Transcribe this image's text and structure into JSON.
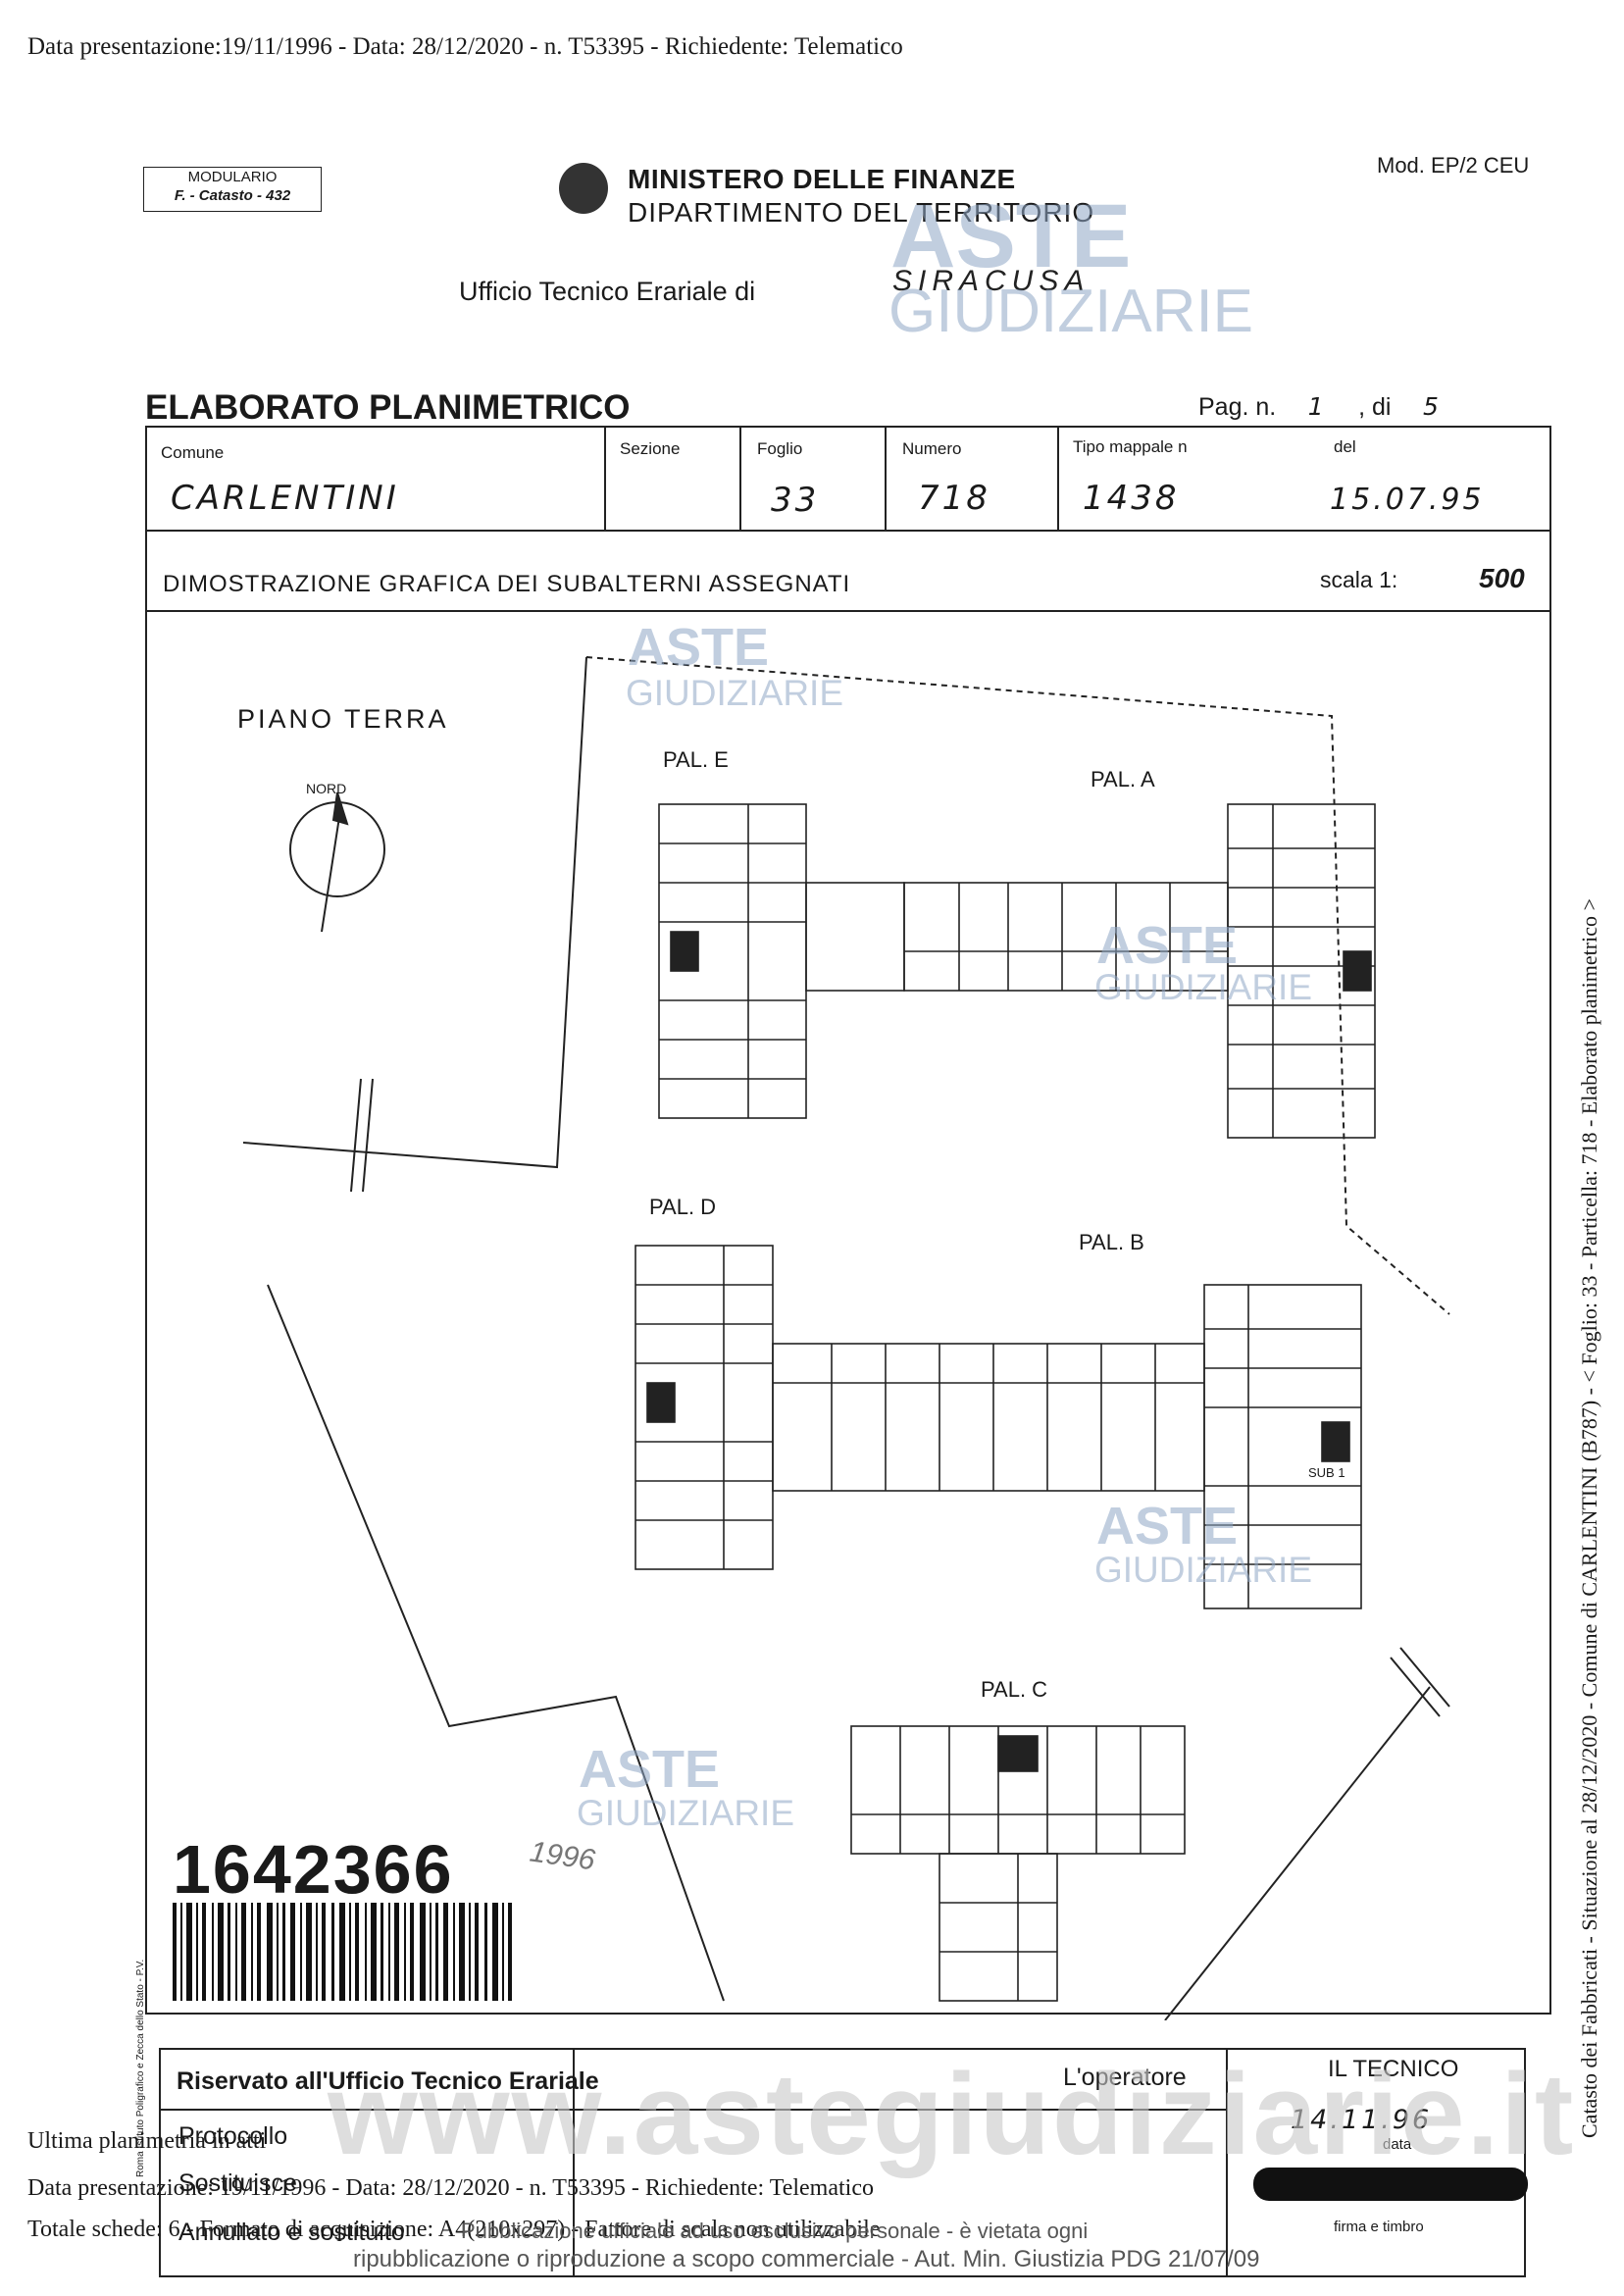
{
  "header_line": "Data presentazione:19/11/1996 - Data: 28/12/2020 - n. T53395 - Richiedente: Telematico",
  "modulario": {
    "line1": "MODULARIO",
    "line2": "F. - Catasto - 432"
  },
  "ministry": {
    "line1": "MINISTERO DELLE FINANZE",
    "line2": "DIPARTIMENTO DEL TERRITORIO"
  },
  "mod_code": "Mod. EP/2 CEU",
  "ufficio": {
    "label": "Ufficio Tecnico Erariale di",
    "city": "SIRACUSA"
  },
  "title": "ELABORATO PLANIMETRICO",
  "page": {
    "label": "Pag. n.",
    "number": "1",
    "of_label": ", di",
    "total": "5"
  },
  "table": {
    "headers": {
      "comune": "Comune",
      "sezione": "Sezione",
      "foglio": "Foglio",
      "numero": "Numero",
      "tipo": "Tipo mappale n",
      "del": "del"
    },
    "values": {
      "comune": "CARLENTINI",
      "sezione": "",
      "foglio": "33",
      "numero": "718",
      "tipo": "1438",
      "del": "15.07.95"
    }
  },
  "section_title": "DIMOSTRAZIONE GRAFICA DEI SUBALTERNI ASSEGNATI",
  "scale": {
    "label": "scala 1:",
    "value": "500"
  },
  "plan": {
    "floor_label": "PIANO TERRA",
    "north_label": "NORD",
    "buildings": {
      "e": "PAL. E",
      "a": "PAL. A",
      "d": "PAL. D",
      "b": "PAL. B",
      "c": "PAL. C"
    },
    "sub_label": "SUB 1"
  },
  "barcode_number": "1642366",
  "stamp_text": "1996",
  "footer": {
    "riservato": "Riservato all'Ufficio Tecnico Erariale",
    "operatore": "L'operatore",
    "tecnico": "IL TECNICO",
    "tecnico_date": "14.11.96",
    "data_label": "data",
    "firma_label": "firma e timbro",
    "protocollo": "Protocollo",
    "sostituisce": "Sostituisce",
    "annullato": "Annullato e sostituito"
  },
  "bottom_lines": {
    "line1": "Ultima planimetria in atti",
    "line2": "Data presentazione: 19/11/1996 - Data: 28/12/2020 - n. T53395 - Richiedente: Telematico",
    "line3": "Totale schede: 6 - Formato di acquisizione: A4(210x297) - Fattore di scala non utilizzabile",
    "line4": "Pubblicazione ufficiale ad uso esclusivo personale - è vietata ogni",
    "line5": "ripubblicazione o riproduzione a scopo commerciale - Aut. Min. Giustizia PDG 21/07/09"
  },
  "vertical_text": "Catasto dei Fabbricati - Situazione al 28/12/2020 - Comune di CARLENTINI (B787) - < Foglio: 33 - Particella: 718 - Elaborato planimetrico >",
  "pv_vertical": "Roma Istituto Poligrafico e Zecca dello Stato - P.V.",
  "watermarks": {
    "aste": "ASTE",
    "giudiziarie": "GIUDIZIARIE",
    "site": "www.astegiudiziarie.it"
  }
}
